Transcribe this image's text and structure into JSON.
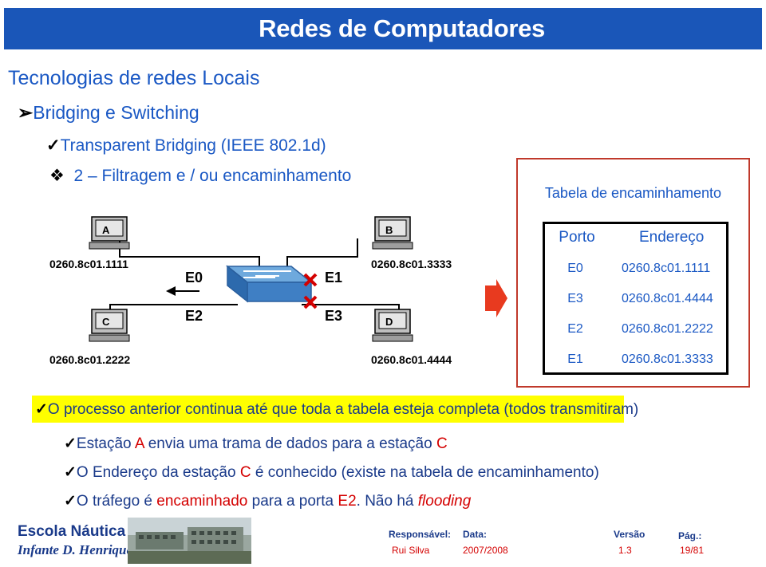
{
  "header": {
    "title": "Redes de Computadores"
  },
  "section_title": "Tecnologias de redes Locais",
  "bullets": {
    "l1": "Bridging e Switching",
    "l2": "Transparent Bridging (IEEE 802.1d)",
    "l3": "2 – Filtragem e / ou encaminhamento"
  },
  "diagram": {
    "stations": [
      {
        "label": "A",
        "address": "0260.8c01.1111"
      },
      {
        "label": "B",
        "address": "0260.8c01.3333"
      },
      {
        "label": "C",
        "address": "0260.8c01.2222"
      },
      {
        "label": "D",
        "address": "0260.8c01.4444"
      }
    ],
    "ports": [
      "E0",
      "E1",
      "E2",
      "E3"
    ]
  },
  "table": {
    "caption": "Tabela de encaminhamento",
    "headers": [
      "Porto",
      "Endereço"
    ],
    "rows": [
      {
        "port": "E0",
        "address": "0260.8c01.1111"
      },
      {
        "port": "E3",
        "address": "0260.8c01.4444"
      },
      {
        "port": "E2",
        "address": "0260.8c01.2222"
      },
      {
        "port": "E1",
        "address": "0260.8c01.3333"
      }
    ]
  },
  "text": {
    "t1": "O processo anterior continua até que toda a tabela esteja completa (todos transmitiram)",
    "t2a": "Estação ",
    "t2b": "A",
    "t2c": " envia uma trama de dados para a estação ",
    "t2d": "C",
    "t3a": "O Endereço da estação ",
    "t3b": "C",
    "t3c": " é conhecido (existe na tabela de encaminhamento)",
    "t4a": "O tráfego é ",
    "t4b": "encaminhado",
    "t4c": " para a porta ",
    "t4d": "E2",
    "t4e": ". Não há ",
    "t4f": "flooding"
  },
  "footer": {
    "school": "Escola Náutica",
    "author": "Infante D. Henrique",
    "responsavel_label": "Responsável:",
    "responsavel": "Rui Silva",
    "data_label": "Data:",
    "data": "2007/2008",
    "versao_label": "Versão",
    "versao": "1.3",
    "pag_label": "Pág.:",
    "pag": "19/81"
  },
  "colors": {
    "header_bar": "#1a56b8",
    "text_blue": "#1a58c4",
    "highlight": "#ffff00",
    "accent_red": "#d40000"
  }
}
